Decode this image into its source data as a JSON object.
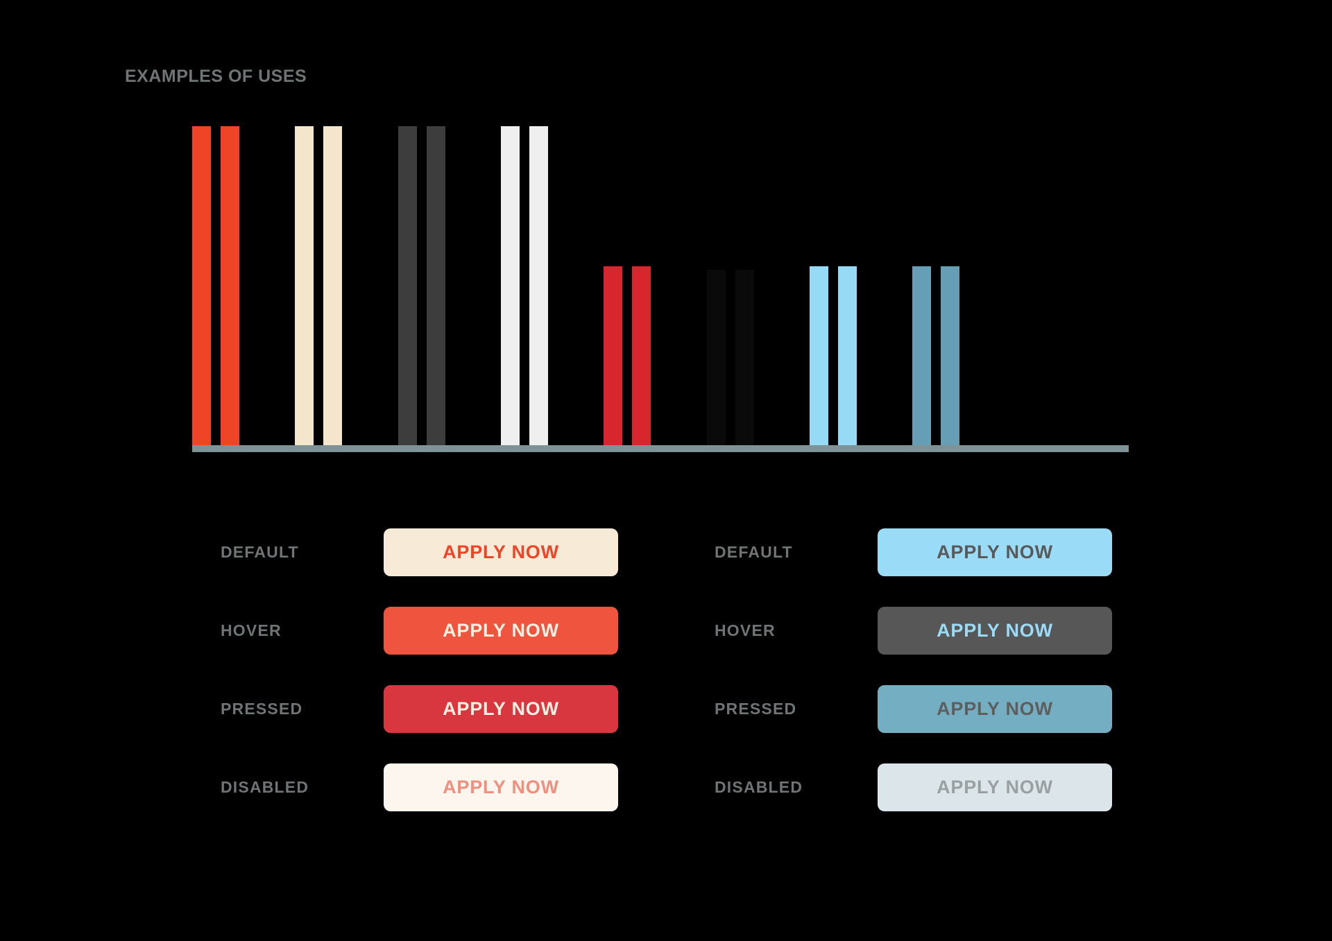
{
  "section": {
    "title": "EXAMPLES OF USES"
  },
  "chart_data": {
    "type": "bar",
    "title": "EXAMPLES OF USES",
    "xlabel": "",
    "ylabel": "",
    "grid": false,
    "legend": false,
    "baseline_color": "#7e9396",
    "background": "#000000",
    "ylim": [
      0,
      100
    ],
    "categories": [
      "orange-pair",
      "cream-pair",
      "dark-gray-pair",
      "white-pair",
      "red-pair",
      "near-black-pair",
      "light-blue-pair",
      "steel-blue-pair"
    ],
    "series": [
      {
        "name": "bar-a",
        "values": [
          100,
          100,
          100,
          100,
          56,
          55,
          56,
          56
        ]
      },
      {
        "name": "bar-b",
        "values": [
          100,
          100,
          100,
          100,
          56,
          55,
          56,
          56
        ]
      }
    ],
    "colors": [
      "#EF4425",
      "#F4E6CD",
      "#3D3D3D",
      "#EFEFEF",
      "#D8262F",
      "#0A0A0A",
      "#96DAF5",
      "#669FB5"
    ]
  },
  "states": {
    "primary": {
      "rows": [
        {
          "label": "DEFAULT",
          "button_text": "APPLY NOW",
          "bg": "#F7EAD6",
          "fg": "#EF4425",
          "state": "default"
        },
        {
          "label": "HOVER",
          "button_text": "APPLY NOW",
          "bg": "#EF553E",
          "fg": "#FAF0E2",
          "state": "hover"
        },
        {
          "label": "PRESSED",
          "button_text": "APPLY NOW",
          "bg": "#D8373F",
          "fg": "#FAF0E2",
          "state": "pressed"
        },
        {
          "label": "DISABLED",
          "button_text": "APPLY NOW",
          "bg": "#FCF6EE",
          "fg": "#F08F7E",
          "state": "disabled"
        }
      ]
    },
    "secondary": {
      "rows": [
        {
          "label": "DEFAULT",
          "button_text": "APPLY NOW",
          "bg": "#9ADCF7",
          "fg": "#595959",
          "state": "default"
        },
        {
          "label": "HOVER",
          "button_text": "APPLY NOW",
          "bg": "#575757",
          "fg": "#9ADCF7",
          "state": "hover"
        },
        {
          "label": "PRESSED",
          "button_text": "APPLY NOW",
          "bg": "#74AEC3",
          "fg": "#5E5E5E",
          "state": "pressed"
        },
        {
          "label": "DISABLED",
          "button_text": "APPLY NOW",
          "bg": "#DCE6EA",
          "fg": "#9AA0A2",
          "state": "disabled"
        }
      ]
    }
  }
}
